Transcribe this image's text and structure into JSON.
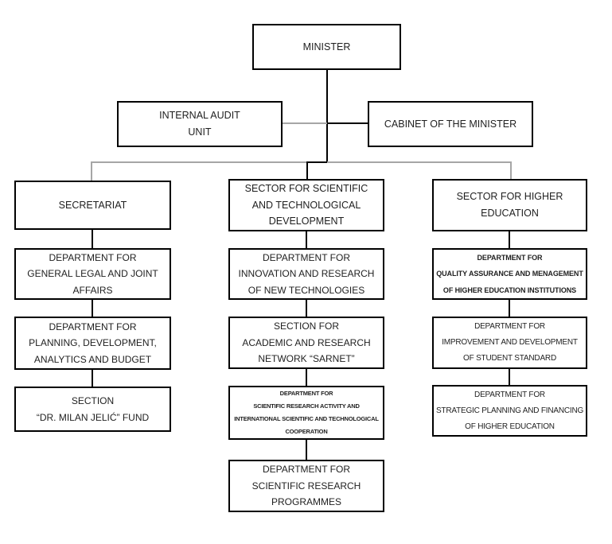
{
  "diagram": {
    "title": "Ministry organizational chart",
    "nodes": {
      "minister": {
        "label": "MINISTER"
      },
      "internal_audit": {
        "label": "INTERNAL AUDIT\nUNIT"
      },
      "cabinet": {
        "label": "CABINET OF THE MINISTER"
      },
      "secretariat": {
        "label": "SECRETARIAT"
      },
      "sector_scitech": {
        "label": "SECTOR FOR SCIENTIFIC\nAND TECHNOLOGICAL\nDEVELOPMENT"
      },
      "sector_higher_ed": {
        "label": "SECTOR FOR HIGHER\nEDUCATION"
      },
      "dept_legal": {
        "label": "DEPARTMENT FOR\nGENERAL LEGAL AND JOINT\nAFFAIRS"
      },
      "dept_innovation": {
        "label": "DEPARTMENT FOR\nINNOVATION AND RESEARCH\nOF NEW TECHNOLOGIES"
      },
      "dept_quality": {
        "label": "DEPARTMENT FOR\nQUALITY ASSURANCE AND MENAGEMENT\nOF HIGHER EDUCATION INSTITUTIONS"
      },
      "dept_planning": {
        "label": "DEPARTMENT FOR\nPLANNING, DEVELOPMENT,\nANALYTICS AND BUDGET"
      },
      "section_sarnet": {
        "label": "SECTION FOR\nACADEMIC AND RESEARCH\nNETWORK “SARNET”"
      },
      "dept_student": {
        "label": "DEPARTMENT FOR\nIMPROVEMENT AND DEVELOPMENT\nOF STUDENT STANDARD"
      },
      "section_fund": {
        "label": "SECTION\n“DR. MILAN JELIĆ” FUND"
      },
      "dept_sci_activity": {
        "label": "DEPARTMENT FOR\nSCIENTIFIC RESEARCH ACTIVITY AND\nINTERNATIONAL SCIENTIFIC AND TECHNOLOGICAL\nCOOPERATION"
      },
      "dept_strategic": {
        "label": "DEPARTMENT FOR\nSTRATEGIC PLANNING AND FINANCING\nOF HIGHER EDUCATION"
      },
      "dept_programmes": {
        "label": "DEPARTMENT FOR\nSCIENTIFIC RESEARCH\nPROGRAMMES"
      }
    },
    "edges": [
      {
        "from": "minister",
        "to": "internal_audit"
      },
      {
        "from": "minister",
        "to": "cabinet"
      },
      {
        "from": "minister",
        "to": "secretariat"
      },
      {
        "from": "minister",
        "to": "sector_scitech"
      },
      {
        "from": "minister",
        "to": "sector_higher_ed"
      },
      {
        "from": "secretariat",
        "to": "dept_legal"
      },
      {
        "from": "dept_legal",
        "to": "dept_planning"
      },
      {
        "from": "dept_planning",
        "to": "section_fund"
      },
      {
        "from": "sector_scitech",
        "to": "dept_innovation"
      },
      {
        "from": "dept_innovation",
        "to": "section_sarnet"
      },
      {
        "from": "section_sarnet",
        "to": "dept_sci_activity"
      },
      {
        "from": "dept_sci_activity",
        "to": "dept_programmes"
      },
      {
        "from": "sector_higher_ed",
        "to": "dept_quality"
      },
      {
        "from": "dept_quality",
        "to": "dept_student"
      },
      {
        "from": "dept_student",
        "to": "dept_strategic"
      }
    ],
    "colors": {
      "box_border": "#000000",
      "connector_dark": "#000000",
      "connector_gray": "#a6a6a6",
      "background": "#ffffff",
      "text": "#1f1f1f"
    }
  }
}
